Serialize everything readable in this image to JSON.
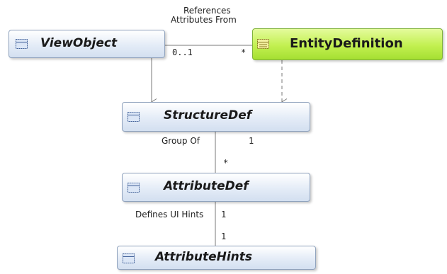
{
  "classes": {
    "view_object": "ViewObject",
    "entity_definition": "EntityDefinition",
    "structure_def": "StructureDef",
    "attribute_def": "AttributeDef",
    "attribute_hints": "AttributeHints"
  },
  "associations": {
    "references": {
      "label_line1": "References",
      "label_line2": "Attributes From",
      "source_multiplicity": "0..1",
      "target_multiplicity": "*"
    },
    "group_of": {
      "label": "Group Of",
      "source_multiplicity": "1",
      "target_multiplicity": "*"
    },
    "defines_ui_hints": {
      "label": "Defines UI Hints",
      "source_multiplicity": "1",
      "target_multiplicity": "1"
    }
  },
  "colors": {
    "class_node": "#dfe8f5",
    "entity_node": "#c2f050",
    "node_border": "#8fa2bd",
    "connector": "#7a7a7a"
  },
  "icons": {
    "class": "class-icon",
    "entity": "entity-icon"
  }
}
